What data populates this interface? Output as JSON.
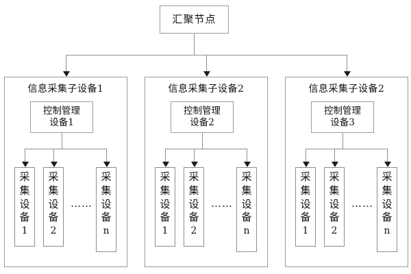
{
  "diagram": {
    "type": "hierarchical-block-diagram",
    "background_color": "#ffffff",
    "line_color": "#8e8e8e",
    "box_border_color": "#9a9a9a",
    "text_color": "#111111",
    "root": {
      "label": "汇聚节点"
    },
    "ellipsis_glyph": "……",
    "groups": [
      {
        "title": "信息采集子设备1",
        "control": {
          "line1": "控制管理",
          "line2": "设备1"
        },
        "leaves": [
          {
            "chars": [
              "采",
              "集",
              "设",
              "备"
            ],
            "index": "1"
          },
          {
            "chars": [
              "采",
              "集",
              "设",
              "备"
            ],
            "index": "2"
          },
          {
            "chars": [
              "采",
              "集",
              "设",
              "备"
            ],
            "index": "n"
          }
        ]
      },
      {
        "title": "信息采集子设备2",
        "control": {
          "line1": "控制管理",
          "line2": "设备2"
        },
        "leaves": [
          {
            "chars": [
              "采",
              "集",
              "设",
              "备"
            ],
            "index": "1"
          },
          {
            "chars": [
              "采",
              "集",
              "设",
              "备"
            ],
            "index": "2"
          },
          {
            "chars": [
              "采",
              "集",
              "设",
              "备"
            ],
            "index": "n"
          }
        ]
      },
      {
        "title": "信息采集子设备2",
        "control": {
          "line1": "控制管理",
          "line2": "设备3"
        },
        "leaves": [
          {
            "chars": [
              "采",
              "集",
              "设",
              "备"
            ],
            "index": "1"
          },
          {
            "chars": [
              "采",
              "集",
              "设",
              "备"
            ],
            "index": "2"
          },
          {
            "chars": [
              "采",
              "集",
              "设",
              "备"
            ],
            "index": "n"
          }
        ]
      }
    ]
  }
}
